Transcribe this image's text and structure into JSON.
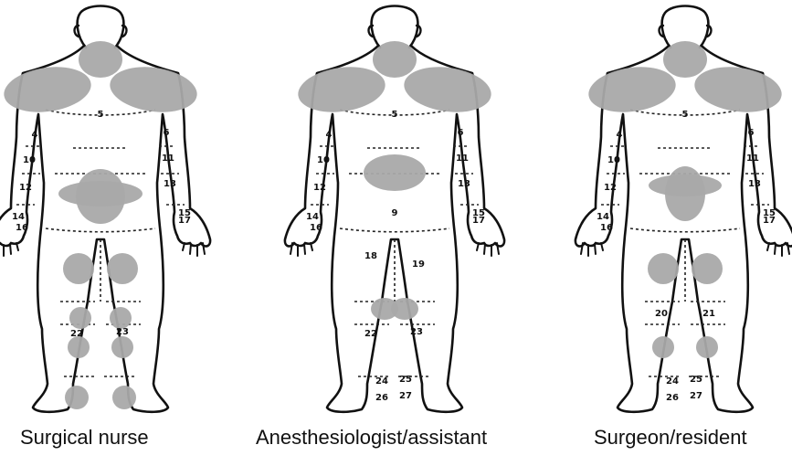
{
  "figures": [
    {
      "caption": "Surgical nurse",
      "region_labels": {
        "r4": "4",
        "r5": "5",
        "r6": "6",
        "r10": "10",
        "r11": "11",
        "r12": "12",
        "r13": "13",
        "r14": "14",
        "r15": "15",
        "r16": "16",
        "r17": "17",
        "r22": "22",
        "r23": "23"
      },
      "pain_areas": [
        "neck",
        "shoulders",
        "lower-back",
        "thighs",
        "knees",
        "lower-legs",
        "feet"
      ]
    },
    {
      "caption": "Anesthesiologist/assistant",
      "region_labels": {
        "r4": "4",
        "r5": "5",
        "r6": "6",
        "r9": "9",
        "r10": "10",
        "r11": "11",
        "r12": "12",
        "r13": "13",
        "r14": "14",
        "r15": "15",
        "r16": "16",
        "r17": "17",
        "r18": "18",
        "r19": "19",
        "r22": "22",
        "r23": "23",
        "r24": "24",
        "r25": "25",
        "r26": "26",
        "r27": "27"
      },
      "pain_areas": [
        "neck",
        "shoulders",
        "lower-back",
        "knees"
      ]
    },
    {
      "caption": "Surgeon/resident",
      "region_labels": {
        "r4": "4",
        "r5": "5",
        "r6": "6",
        "r10": "10",
        "r11": "11",
        "r12": "12",
        "r13": "13",
        "r14": "14",
        "r15": "15",
        "r16": "16",
        "r17": "17",
        "r20": "20",
        "r21": "21",
        "r24": "24",
        "r25": "25",
        "r26": "26",
        "r27": "27"
      },
      "pain_areas": [
        "neck",
        "shoulders",
        "lower-back",
        "thighs",
        "lower-legs"
      ]
    }
  ],
  "colors": {
    "pain_fill": "#a9a9a9",
    "outline": "#111111"
  }
}
